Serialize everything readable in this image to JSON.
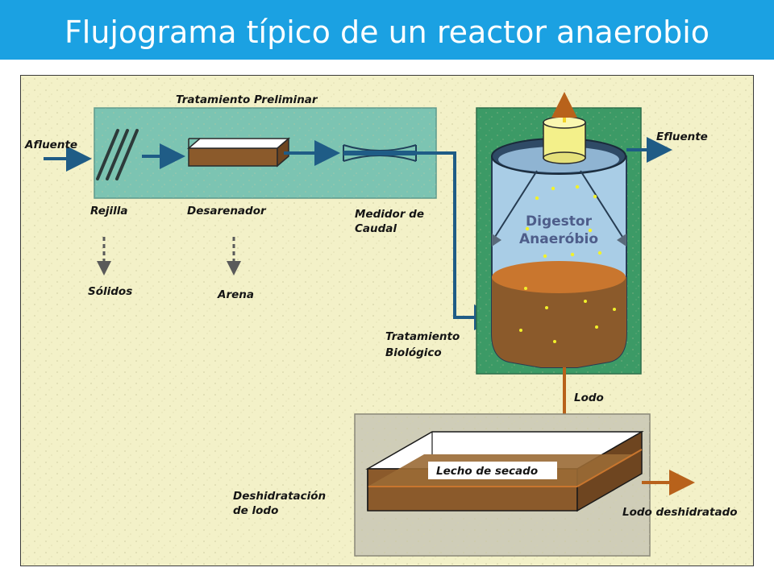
{
  "page": {
    "title": "Flujograma típico de un reactor anaerobio"
  },
  "colors": {
    "title_bar": "#1ba1e2",
    "paper": "#f3f1c8",
    "preliminar_water": "#7cc4b2",
    "digestor_frame": "#3c9a66",
    "digestor_liquid": "#a9cde6",
    "sludge": "#8b5a2b",
    "arrow_blue": "#1f5c86",
    "arrow_orange": "#b8621b",
    "gas_column": "#f3f08a",
    "bubbles": "#f2f22a"
  },
  "labels": {
    "tratamiento_preliminar": "Tratamiento Preliminar",
    "afluente": "Afluente",
    "rejilla": "Rejilla",
    "desarenador": "Desarenador",
    "medidor_1": "Medidor de",
    "medidor_2": "Caudal",
    "solidos": "Sólidos",
    "arena": "Arena",
    "efluente": "Efluente",
    "digestor_1": "Digestor",
    "digestor_2": "Anaeróbio",
    "tratamiento_bio_1": "Tratamiento",
    "tratamiento_bio_2": "Biológico",
    "lodo": "Lodo",
    "lecho_de_secado": "Lecho de secado",
    "deshidratacion_1": "Deshidratación",
    "deshidratacion_2": "de lodo",
    "lodo_deshidratado": "Lodo deshidratado"
  }
}
